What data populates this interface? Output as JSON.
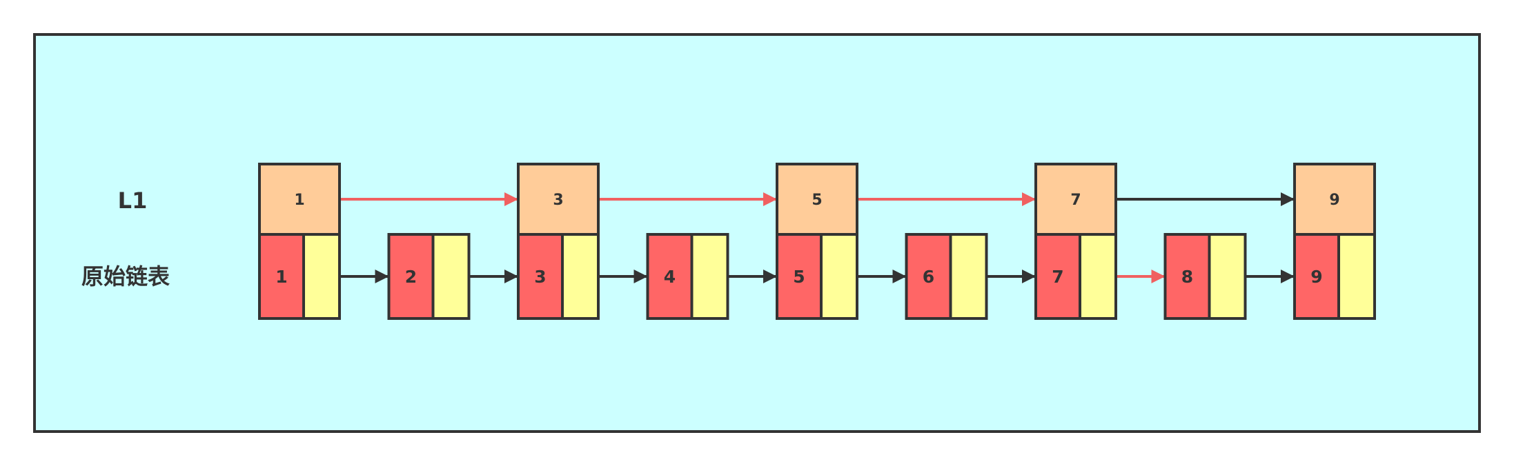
{
  "labels": {
    "index_level": "L1",
    "base_level": "原始链表"
  },
  "index_nodes": [
    "1",
    "3",
    "5",
    "7",
    "9"
  ],
  "base_nodes": [
    "1",
    "2",
    "3",
    "4",
    "5",
    "6",
    "7",
    "8",
    "9"
  ],
  "index_links": [
    {
      "from": "1",
      "to": "3",
      "highlight": true
    },
    {
      "from": "3",
      "to": "5",
      "highlight": true
    },
    {
      "from": "5",
      "to": "7",
      "highlight": true
    },
    {
      "from": "7",
      "to": "9",
      "highlight": false
    }
  ],
  "base_links": [
    {
      "from": "1",
      "to": "2",
      "highlight": false
    },
    {
      "from": "2",
      "to": "3",
      "highlight": false
    },
    {
      "from": "3",
      "to": "4",
      "highlight": false
    },
    {
      "from": "4",
      "to": "5",
      "highlight": false
    },
    {
      "from": "5",
      "to": "6",
      "highlight": false
    },
    {
      "from": "6",
      "to": "7",
      "highlight": false
    },
    {
      "from": "7",
      "to": "8",
      "highlight": true
    },
    {
      "from": "8",
      "to": "9",
      "highlight": false
    }
  ],
  "colors": {
    "background": "#ccffff",
    "border": "#333333",
    "index_node_fill": "#ffcc99",
    "value_cell_fill": "#ff6666",
    "pointer_cell_fill": "#ffff99",
    "arrow_default": "#333333",
    "arrow_highlight": "#f06060"
  }
}
